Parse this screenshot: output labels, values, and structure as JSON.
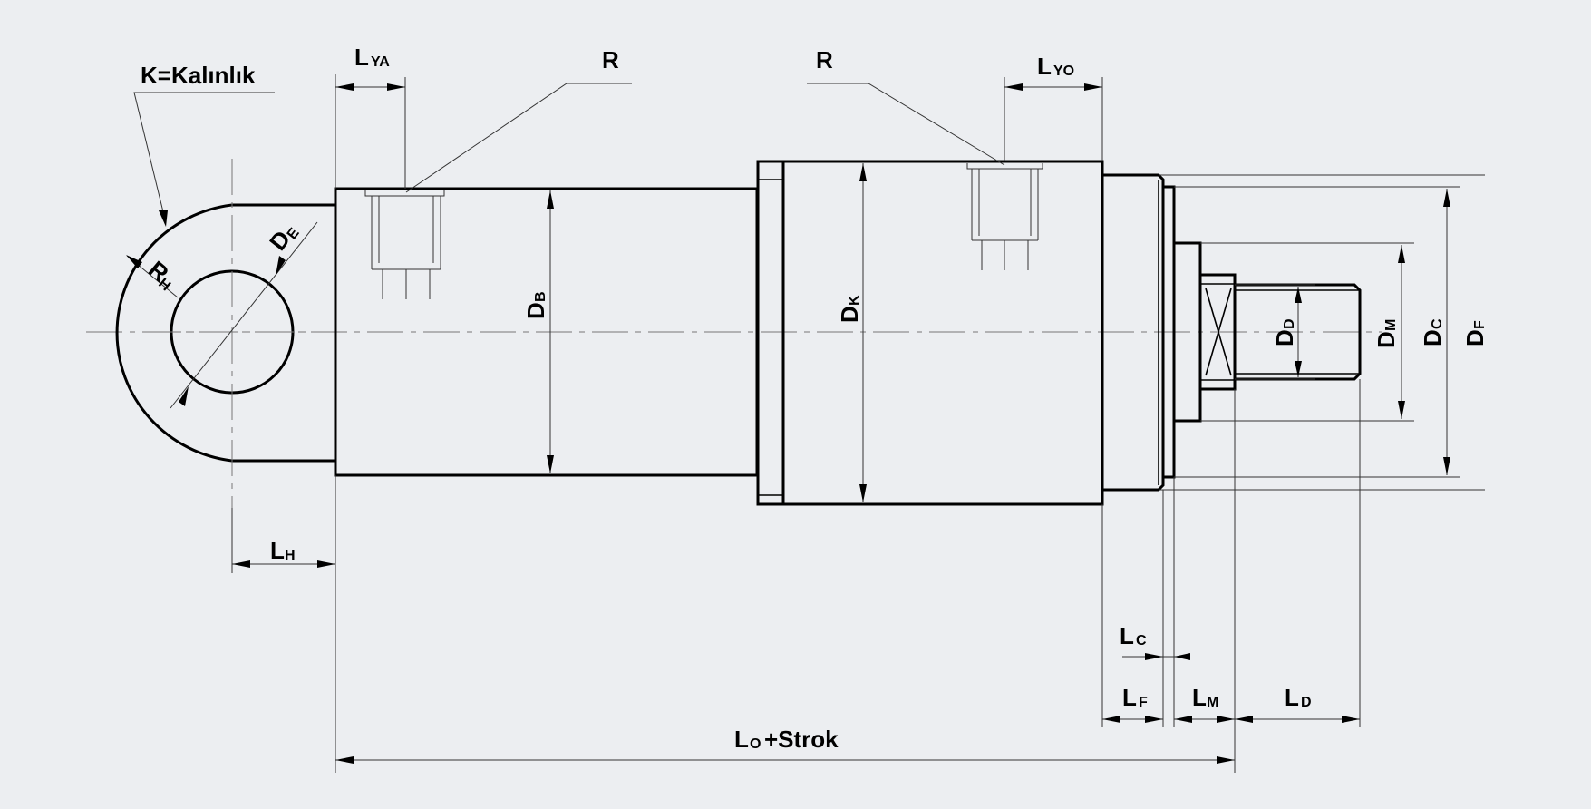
{
  "labels": {
    "thickness": "K=Kalınlık",
    "l_ya": {
      "main": "L",
      "sub": "YA"
    },
    "r_left": "R",
    "r_right": "R",
    "l_yo": {
      "main": "L",
      "sub": "YO"
    },
    "r_h": {
      "main": "R",
      "sub": "H"
    },
    "d_e": {
      "main": "D",
      "sub": "E"
    },
    "d_b": {
      "main": "D",
      "sub": "B"
    },
    "d_k": {
      "main": "D",
      "sub": "K"
    },
    "d_d": {
      "main": "D",
      "sub": "D"
    },
    "d_m": {
      "main": "D",
      "sub": "M"
    },
    "d_c": {
      "main": "D",
      "sub": "C"
    },
    "d_f": {
      "main": "D",
      "sub": "F"
    },
    "l_h": {
      "main": "L",
      "sub": "H"
    },
    "l_c": {
      "main": "L",
      "sub": "C"
    },
    "l_f": {
      "main": "L",
      "sub": "F"
    },
    "l_m": {
      "main": "L",
      "sub": "M"
    },
    "l_d": {
      "main": "L",
      "sub": "D"
    },
    "l_o": {
      "main": "L",
      "sub": "O",
      "suffix": "+Strok"
    }
  }
}
